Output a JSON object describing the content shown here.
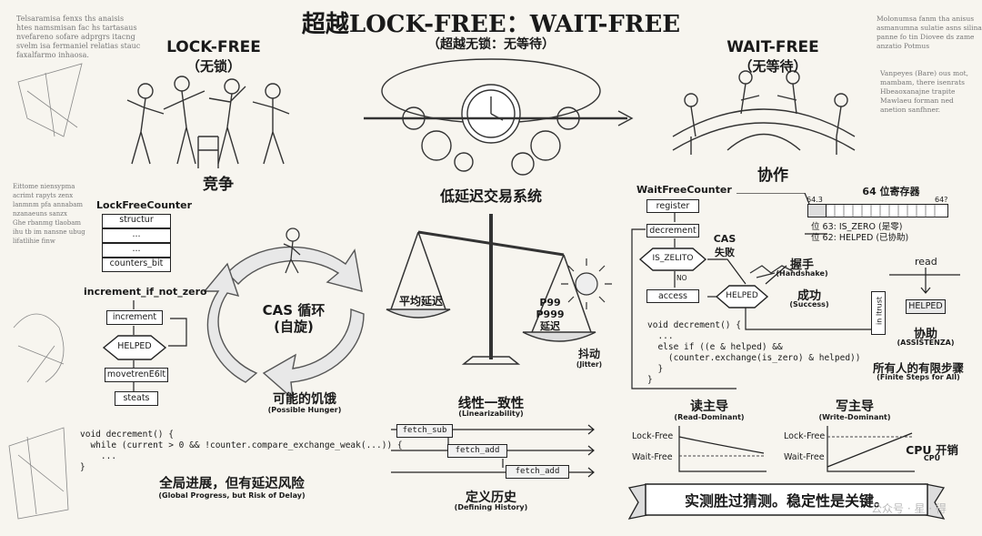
{
  "title": {
    "main": "超越LOCK-FREE：WAIT-FREE",
    "sub": "（超越无锁：无等待）"
  },
  "lockfree": {
    "heading": "LOCK-FREE",
    "heading_cn": "（无锁）",
    "caption": "竞争",
    "counter_title": "LockFreeCounter",
    "struct_rows": [
      "structur",
      "...",
      "...",
      "counters_bit"
    ],
    "method": "increment_if_not_zero",
    "flow": [
      "increment",
      "HELPED",
      "movetrenE6lt",
      "steats"
    ],
    "cycle_label": "CAS 循环",
    "cycle_label2": "(自旋)",
    "hunger": "可能的饥饿",
    "hunger_en": "(Possible Hunger)",
    "code": "void decrement() {\n  while (current > 0 && !counter.compare_exchange_weak(...)) {\n    ...\n}",
    "footer": "全局进展，但有延迟风险",
    "footer_en": "(Global Progress, but Risk of Delay)"
  },
  "center": {
    "system": "低延迟交易系统",
    "avg": "平均延迟",
    "p99": "P99",
    "p999": "P999",
    "delay": "延迟",
    "jitter": "抖动",
    "jitter_en": "(Jitter)",
    "linear": "线性一致性",
    "linear_en": "(Linearizability)",
    "ops": [
      "fetch_sub",
      "fetch_add",
      "fetch_add"
    ],
    "history": "定义历史",
    "history_en": "(Defining History)"
  },
  "waitfree": {
    "heading": "WAIT-FREE",
    "heading_cn": "（无等待）",
    "caption": "协作",
    "counter_title": "WaitFreeCounter",
    "register_title": "64 位寄存器",
    "bit_left": "64.3",
    "bit_right": "64?",
    "bit63": "位 63: IS_ZERO (是零)",
    "bit62": "位 62: HELPED (已协助)",
    "flow": [
      "register",
      "decrement",
      "IS_ZELITO",
      "access",
      "HELPED"
    ],
    "no_label": "NO",
    "cas_fail": "CAS",
    "cas_fail2": "失败",
    "handshake": "握手",
    "handshake_en": "(Handshake)",
    "success": "成功",
    "success_en": "(Success)",
    "code": "void decrement() {\n  ...\n  else if ((e & helped) &&\n    (counter.exchange(is_zero) & helped))\n  }\n}",
    "read": "read",
    "in_thread": "in Itrust",
    "helped_box": "HELPED",
    "assist": "协助",
    "assist_en": "(ASSISTENZA)",
    "finite": "所有人的有限步骤",
    "finite_en": "(Finite Steps for All)",
    "read_dom": "读主导",
    "read_dom_en": "(Read-Dominant)",
    "write_dom": "写主导",
    "write_dom_en": "(Write-Dominant)",
    "lock_free": "Lock-Free",
    "wait_free": "Wait-Free",
    "cpu": "CPU 开销",
    "cpu_en": "CPU",
    "banner": "实测胜过猜测。稳定性是关键。"
  },
  "margins": {
    "top_left": "Telsaramisa fenxs ths anaisis\nhtes namsmisan fac hs tartasaus\nnvefareno sofare adprgrs itacng\nsvelm isa fermaniel relatias stauc\nfaxalfarmo inhaosa.",
    "top_right": "Molonumsa fanm tha anisus\nasmanumna sulatie asns silinaia\npanne fo tin Diovee ds zame\nanzatio Potmus",
    "right_mid": "Vanpeyes (Bare) ous mot,\nmambam, there isenrats\nHbeaoxanajne trapite\nMawlaeu forman ned\nanetion sanfhner.",
    "left_mid": "Eittome niensypma\nacrimt rapyts zenx\nlanmnm pfa annabam\nnzanaeuns sanzx\nGhe rbanmg tlaobam\nihu tb im nansne ubug\nlifatlihie finw"
  },
  "watermark": "公众号 · 星 · 得"
}
